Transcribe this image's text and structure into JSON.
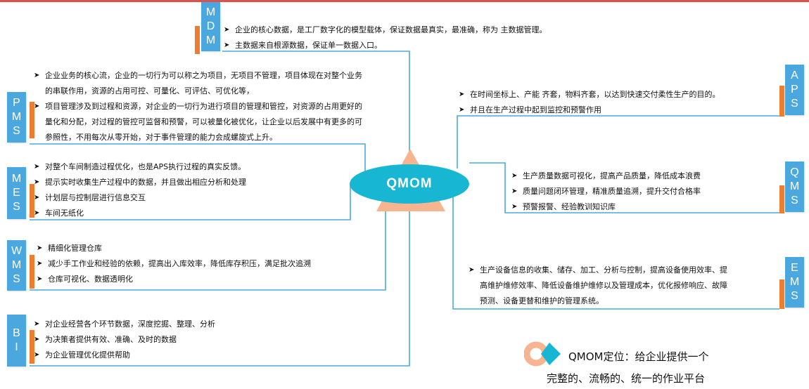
{
  "center": {
    "label": "QMOM"
  },
  "modules": {
    "mdm": {
      "letters": [
        "M",
        "D",
        "M"
      ],
      "items": [
        "企业的核心数据，是工厂数字化的模型载体，保证数据最真实，最准确，称为   主数据管理。",
        "主数据来自根源数据，保证单一数据入口。"
      ]
    },
    "pms": {
      "letters": [
        "P",
        "M",
        "S"
      ],
      "items": [
        [
          "企业业务的核心流，企业的一切行为可以称之为项目，无项目不管理，项目体现在对整个业务",
          "的串联作用，资源的占用可控、可量化、可评估、可优化等，"
        ],
        [
          "项目管理涉及到过程和资源，对企业的一切行为进行项目的管理和管控，对资源的占用更好的",
          "量化和分配，对过程的管控可监督和预警，可以被量化被优化，让企业以后发展中有更多的可",
          "参照性，不用每次从零开始，对于事件管理的能力会成螺旋式上升。"
        ]
      ]
    },
    "mes": {
      "letters": [
        "M",
        "E",
        "S"
      ],
      "items": [
        "对整个车间制造过程优化，也是APS执行过程的真实反馈。",
        "提示实时收集生产过程中的数据，并且做出相应分析和处理",
        "计划层与控制层进行信息交互",
        "车间无纸化"
      ]
    },
    "wms": {
      "letters": [
        "W",
        "M",
        "S"
      ],
      "items": [
        "精细化管理仓库",
        "减少手工作业和经验的依赖，提高出入库效率，降低库存积压，满足批次追溯",
        "仓库可视化、数据透明化"
      ]
    },
    "bi": {
      "letters": [
        "B",
        "I"
      ],
      "items": [
        "对企业经营各个环节数据，深度挖掘、整理、分析",
        "为决策者提供有效、准确、及时的数据",
        "为企业管理优化提供帮助"
      ]
    },
    "aps": {
      "letters": [
        "A",
        "P",
        "S"
      ],
      "items": [
        "在时间坐标上、产能   齐套，物料齐套，以达到快速交付柔性生产的目的。",
        "并且在生产过程中起到监控和预警作用"
      ]
    },
    "qms": {
      "letters": [
        "Q",
        "M",
        "S"
      ],
      "items": [
        "生产质量数据可视化，提高产品质量，降低成本浪费",
        "质量问题闭环管理，精准质量追溯，提升交付合格率",
        "预警报警、经验教训知识库"
      ]
    },
    "ems": {
      "letters": [
        "E",
        "M",
        "S"
      ],
      "items": [
        [
          "生产设备信息的收集、储存、加工、分析与控制，提高设备使用效率、提",
          "高维护维修效率、降低设备维护维修以及管理成本，优化报修响应、故障",
          "预测、设备更替和维护的管理系统。"
        ]
      ]
    }
  },
  "positioning": {
    "line1": "QMOM定位：给企业提供一个",
    "line2": "完整的、流畅的、统一的作业平台"
  },
  "colors": {
    "accent_blue": "#4aa8df",
    "accent_orange": "#ed7d31",
    "center_cyan": "#17b7d3",
    "triangle": "#f6b48f"
  }
}
